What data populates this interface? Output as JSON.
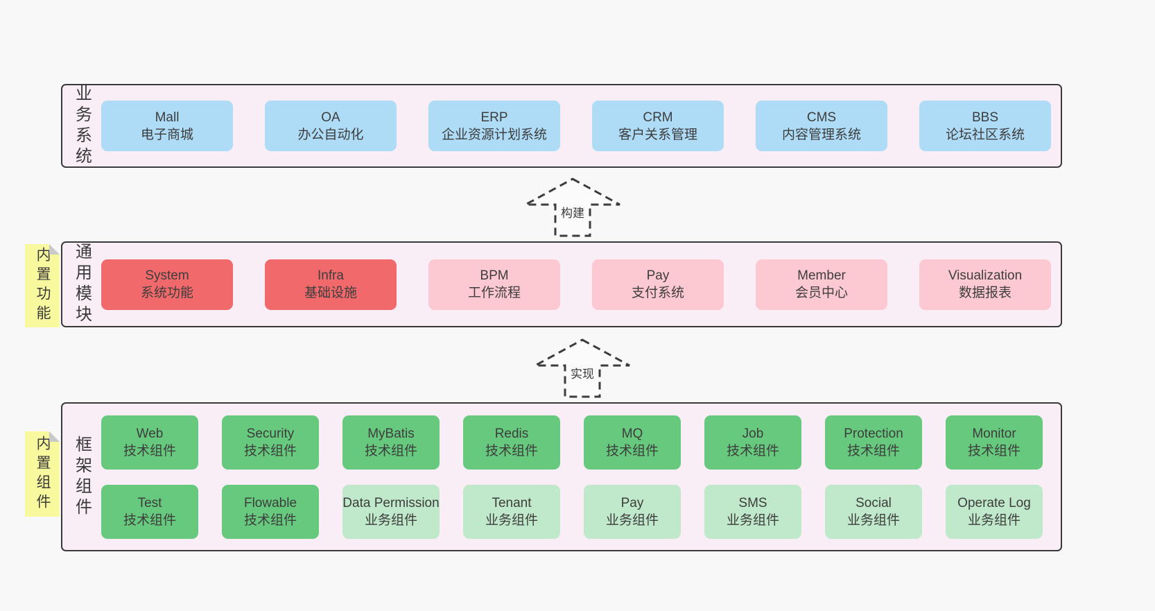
{
  "colors": {
    "page_background": "#f8f8f8",
    "band_background": "#f9edf6",
    "band_border": "#3a3a3a",
    "blue_box": "#aedcf6",
    "red_box": "#f2696c",
    "pink_box": "#fcc9d3",
    "green_box": "#66c97d",
    "light_green_box": "#c0e8ca",
    "sticky_yellow": "#f8f89e",
    "sticky_fold_gray": "#c9c9c9",
    "text": "#3d3d3d"
  },
  "arrows": {
    "build": "构建",
    "implement": "实现"
  },
  "business_band": {
    "label": "业务系统",
    "boxes": [
      {
        "name": "Mall",
        "desc": "电子商城"
      },
      {
        "name": "OA",
        "desc": "办公自动化"
      },
      {
        "name": "ERP",
        "desc": "企业资源计划系统"
      },
      {
        "name": "CRM",
        "desc": "客户关系管理"
      },
      {
        "name": "CMS",
        "desc": "内容管理系统"
      },
      {
        "name": "BBS",
        "desc": "论坛社区系统"
      }
    ]
  },
  "module_band": {
    "label": "通用模块",
    "sticky": "内置功能",
    "boxes": [
      {
        "name": "System",
        "desc": "系统功能"
      },
      {
        "name": "Infra",
        "desc": "基础设施"
      },
      {
        "name": "BPM",
        "desc": "工作流程"
      },
      {
        "name": "Pay",
        "desc": "支付系统"
      },
      {
        "name": "Member",
        "desc": "会员中心"
      },
      {
        "name": "Visualization",
        "desc": "数据报表"
      }
    ]
  },
  "component_band": {
    "label": "框架组件",
    "sticky": "内置组件",
    "row1": [
      {
        "name": "Web",
        "desc": "技术组件"
      },
      {
        "name": "Security",
        "desc": "技术组件"
      },
      {
        "name": "MyBatis",
        "desc": "技术组件"
      },
      {
        "name": "Redis",
        "desc": "技术组件"
      },
      {
        "name": "MQ",
        "desc": "技术组件"
      },
      {
        "name": "Job",
        "desc": "技术组件"
      },
      {
        "name": "Protection",
        "desc": "技术组件"
      },
      {
        "name": "Monitor",
        "desc": "技术组件"
      }
    ],
    "row2": [
      {
        "name": "Test",
        "desc": "技术组件"
      },
      {
        "name": "Flowable",
        "desc": "技术组件"
      },
      {
        "name": "Data Permission",
        "desc": "业务组件"
      },
      {
        "name": "Tenant",
        "desc": "业务组件"
      },
      {
        "name": "Pay",
        "desc": "业务组件"
      },
      {
        "name": "SMS",
        "desc": "业务组件"
      },
      {
        "name": "Social",
        "desc": "业务组件"
      },
      {
        "name": "Operate Log",
        "desc": "业务组件"
      }
    ]
  }
}
